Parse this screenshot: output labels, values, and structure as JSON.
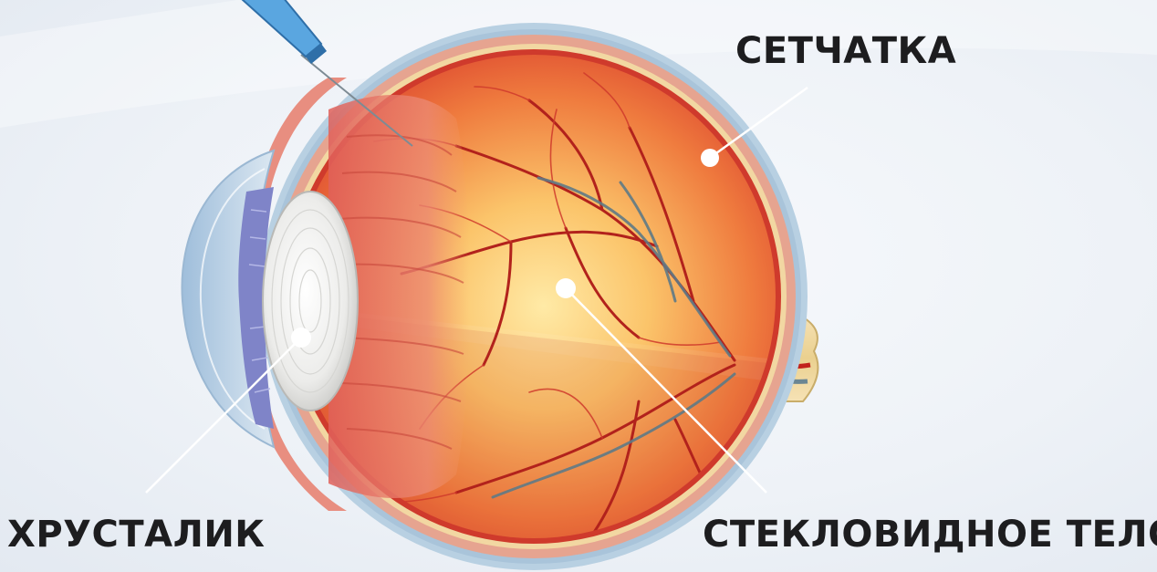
{
  "labels": {
    "retina": "СЕТЧАТКА",
    "lens": "ХРУСТАЛИК",
    "vitreous": "СТЕКЛОВИДНОЕ ТЕЛО"
  },
  "colors": {
    "background": "#eef2f7",
    "sclera": "#b8d0e2",
    "retina_band": "#f2d7a2",
    "choroid": "#d94735",
    "vitreous_center": "#ffe9a0",
    "vessels": "#b2221c",
    "veins": "#5f7a86",
    "cornea": "#c9dbea",
    "iris": "#7f84c8",
    "lens": "#e9e9e7",
    "optic_nerve": "#f1d59c",
    "label_text": "#1d1d1f",
    "pointer": "#ffffff"
  },
  "icons": [
    "syringe-icon"
  ]
}
